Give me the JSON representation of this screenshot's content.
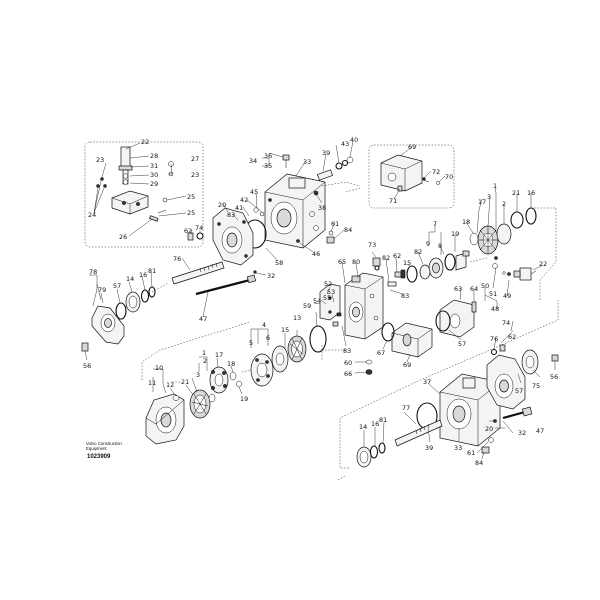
{
  "caption": {
    "company": "Volvo Construction",
    "company_sub": "Equipment",
    "drawing_number": "1023909"
  },
  "callouts": [
    {
      "id": "c1",
      "text": "22"
    },
    {
      "id": "c2",
      "text": "28"
    },
    {
      "id": "c3",
      "text": "31"
    },
    {
      "id": "c4",
      "text": "30"
    },
    {
      "id": "c5",
      "text": "29"
    },
    {
      "id": "c6",
      "text": "23"
    },
    {
      "id": "c7",
      "text": "27"
    },
    {
      "id": "c8",
      "text": "23"
    },
    {
      "id": "c9",
      "text": "25"
    },
    {
      "id": "c10",
      "text": "24"
    },
    {
      "id": "c11",
      "text": "26"
    },
    {
      "id": "c12",
      "text": "25"
    },
    {
      "id": "c13",
      "text": "36"
    },
    {
      "id": "c14",
      "text": "34"
    },
    {
      "id": "c15",
      "text": "35"
    },
    {
      "id": "c16",
      "text": "33"
    },
    {
      "id": "c17",
      "text": "39"
    },
    {
      "id": "c18",
      "text": "43"
    },
    {
      "id": "c19",
      "text": "40"
    },
    {
      "id": "c20",
      "text": "38"
    },
    {
      "id": "c21",
      "text": "45"
    },
    {
      "id": "c22",
      "text": "42"
    },
    {
      "id": "c23",
      "text": "41"
    },
    {
      "id": "c24",
      "text": "20"
    },
    {
      "id": "c25",
      "text": "83"
    },
    {
      "id": "c26",
      "text": "62"
    },
    {
      "id": "c27",
      "text": "74"
    },
    {
      "id": "c28",
      "text": "61"
    },
    {
      "id": "c29",
      "text": "84"
    },
    {
      "id": "c30",
      "text": "46"
    },
    {
      "id": "c31",
      "text": "58"
    },
    {
      "id": "c32",
      "text": "76"
    },
    {
      "id": "c33",
      "text": "32"
    },
    {
      "id": "c34",
      "text": "47"
    },
    {
      "id": "c35",
      "text": "69"
    },
    {
      "id": "c36",
      "text": "72"
    },
    {
      "id": "c37",
      "text": "70"
    },
    {
      "id": "c38",
      "text": "71"
    },
    {
      "id": "c39",
      "text": "1"
    },
    {
      "id": "c40",
      "text": "3"
    },
    {
      "id": "c41",
      "text": "2"
    },
    {
      "id": "c42",
      "text": "17"
    },
    {
      "id": "c43",
      "text": "18"
    },
    {
      "id": "c44",
      "text": "21"
    },
    {
      "id": "c45",
      "text": "16"
    },
    {
      "id": "c46",
      "text": "7"
    },
    {
      "id": "c47",
      "text": "9"
    },
    {
      "id": "c48",
      "text": "8"
    },
    {
      "id": "c49",
      "text": "19"
    },
    {
      "id": "c50",
      "text": "82"
    },
    {
      "id": "c51",
      "text": "15"
    },
    {
      "id": "c52",
      "text": "73"
    },
    {
      "id": "c53",
      "text": "62"
    },
    {
      "id": "c54",
      "text": "65"
    },
    {
      "id": "c55",
      "text": "80"
    },
    {
      "id": "c56",
      "text": "82"
    },
    {
      "id": "c57",
      "text": "50"
    },
    {
      "id": "c58",
      "text": "51"
    },
    {
      "id": "c59",
      "text": "49"
    },
    {
      "id": "c60",
      "text": "48"
    },
    {
      "id": "c61",
      "text": "22"
    },
    {
      "id": "c62",
      "text": "63"
    },
    {
      "id": "c63",
      "text": "64"
    },
    {
      "id": "c64",
      "text": "83"
    },
    {
      "id": "c65",
      "text": "57"
    },
    {
      "id": "c66",
      "text": "52"
    },
    {
      "id": "c67",
      "text": "53"
    },
    {
      "id": "c68",
      "text": "54"
    },
    {
      "id": "c69",
      "text": "55"
    },
    {
      "id": "c70",
      "text": "59"
    },
    {
      "id": "c71",
      "text": "83"
    },
    {
      "id": "c72",
      "text": "60"
    },
    {
      "id": "c73",
      "text": "66"
    },
    {
      "id": "c74",
      "text": "67"
    },
    {
      "id": "c75",
      "text": "69"
    },
    {
      "id": "c76",
      "text": "78"
    },
    {
      "id": "c77",
      "text": "79"
    },
    {
      "id": "c78",
      "text": "57"
    },
    {
      "id": "c79",
      "text": "14"
    },
    {
      "id": "c80",
      "text": "16"
    },
    {
      "id": "c81",
      "text": "81"
    },
    {
      "id": "c82",
      "text": "56"
    },
    {
      "id": "c83",
      "text": "4"
    },
    {
      "id": "c84",
      "text": "5"
    },
    {
      "id": "c85",
      "text": "6"
    },
    {
      "id": "c86",
      "text": "15"
    },
    {
      "id": "c87",
      "text": "13"
    },
    {
      "id": "c88",
      "text": "1"
    },
    {
      "id": "c89",
      "text": "2"
    },
    {
      "id": "c90",
      "text": "3"
    },
    {
      "id": "c91",
      "text": "17"
    },
    {
      "id": "c92",
      "text": "18"
    },
    {
      "id": "c93",
      "text": "19"
    },
    {
      "id": "c94",
      "text": "21"
    },
    {
      "id": "c95",
      "text": "10"
    },
    {
      "id": "c96",
      "text": "11"
    },
    {
      "id": "c97",
      "text": "12"
    },
    {
      "id": "c98",
      "text": "74"
    },
    {
      "id": "c99",
      "text": "62"
    },
    {
      "id": "c100",
      "text": "37"
    },
    {
      "id": "c101",
      "text": "76"
    },
    {
      "id": "c102",
      "text": "75"
    },
    {
      "id": "c103",
      "text": "56"
    },
    {
      "id": "c104",
      "text": "57"
    },
    {
      "id": "c105",
      "text": "20"
    },
    {
      "id": "c106",
      "text": "32"
    },
    {
      "id": "c107",
      "text": "47"
    },
    {
      "id": "c108",
      "text": "77"
    },
    {
      "id": "c109",
      "text": "14"
    },
    {
      "id": "c110",
      "text": "16"
    },
    {
      "id": "c111",
      "text": "81"
    },
    {
      "id": "c112",
      "text": "39"
    },
    {
      "id": "c113",
      "text": "33"
    },
    {
      "id": "c114",
      "text": "61"
    },
    {
      "id": "c115",
      "text": "84"
    }
  ]
}
